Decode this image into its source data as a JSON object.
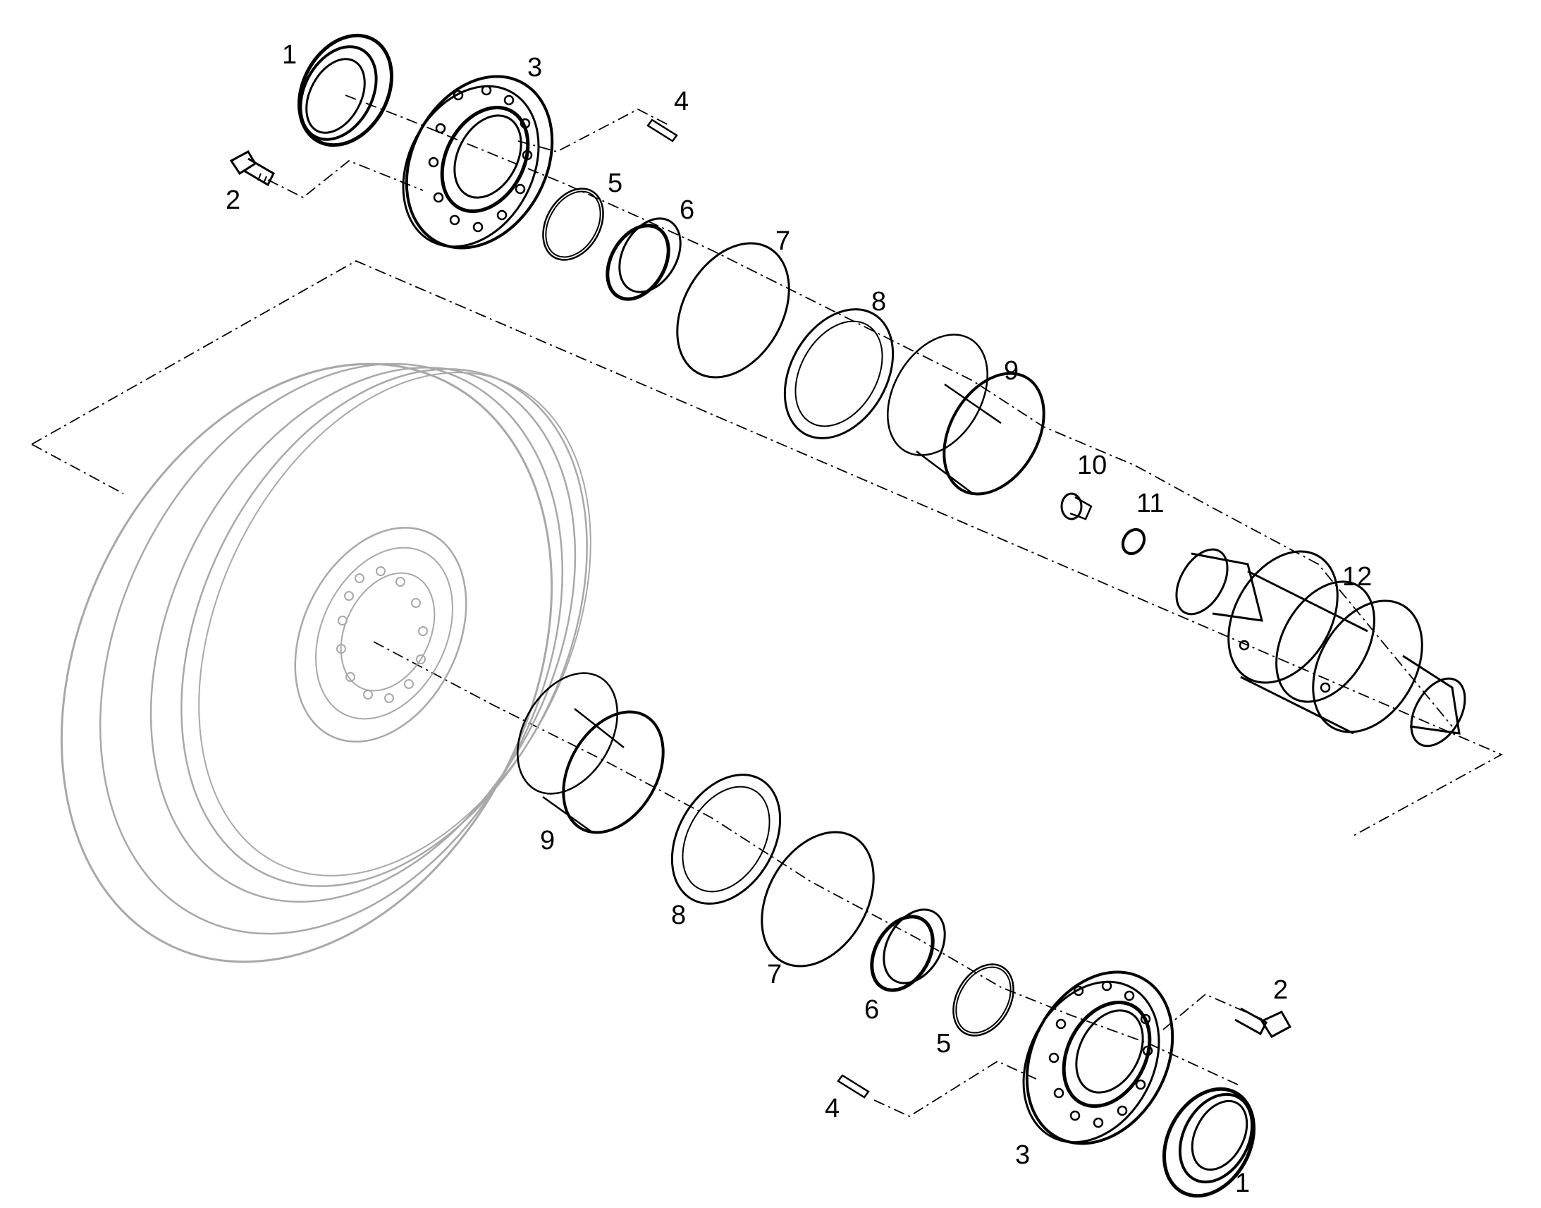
{
  "diagram": {
    "callouts": [
      {
        "id": "c1-top",
        "text": "1"
      },
      {
        "id": "c2-top",
        "text": "2"
      },
      {
        "id": "c3-top",
        "text": "3"
      },
      {
        "id": "c4-top",
        "text": "4"
      },
      {
        "id": "c5-top",
        "text": "5"
      },
      {
        "id": "c6-top",
        "text": "6"
      },
      {
        "id": "c7-top",
        "text": "7"
      },
      {
        "id": "c8-top",
        "text": "8"
      },
      {
        "id": "c9-top",
        "text": "9"
      },
      {
        "id": "c10",
        "text": "10"
      },
      {
        "id": "c11",
        "text": "11"
      },
      {
        "id": "c12",
        "text": "12"
      },
      {
        "id": "c9-bottom",
        "text": "9"
      },
      {
        "id": "c8-bottom",
        "text": "8"
      },
      {
        "id": "c7-bottom",
        "text": "7"
      },
      {
        "id": "c6-bottom",
        "text": "6"
      },
      {
        "id": "c5-bottom",
        "text": "5"
      },
      {
        "id": "c4-bottom",
        "text": "4"
      },
      {
        "id": "c3-bottom",
        "text": "3"
      },
      {
        "id": "c2-bottom",
        "text": "2"
      },
      {
        "id": "c1-bottom",
        "text": "1"
      }
    ]
  }
}
